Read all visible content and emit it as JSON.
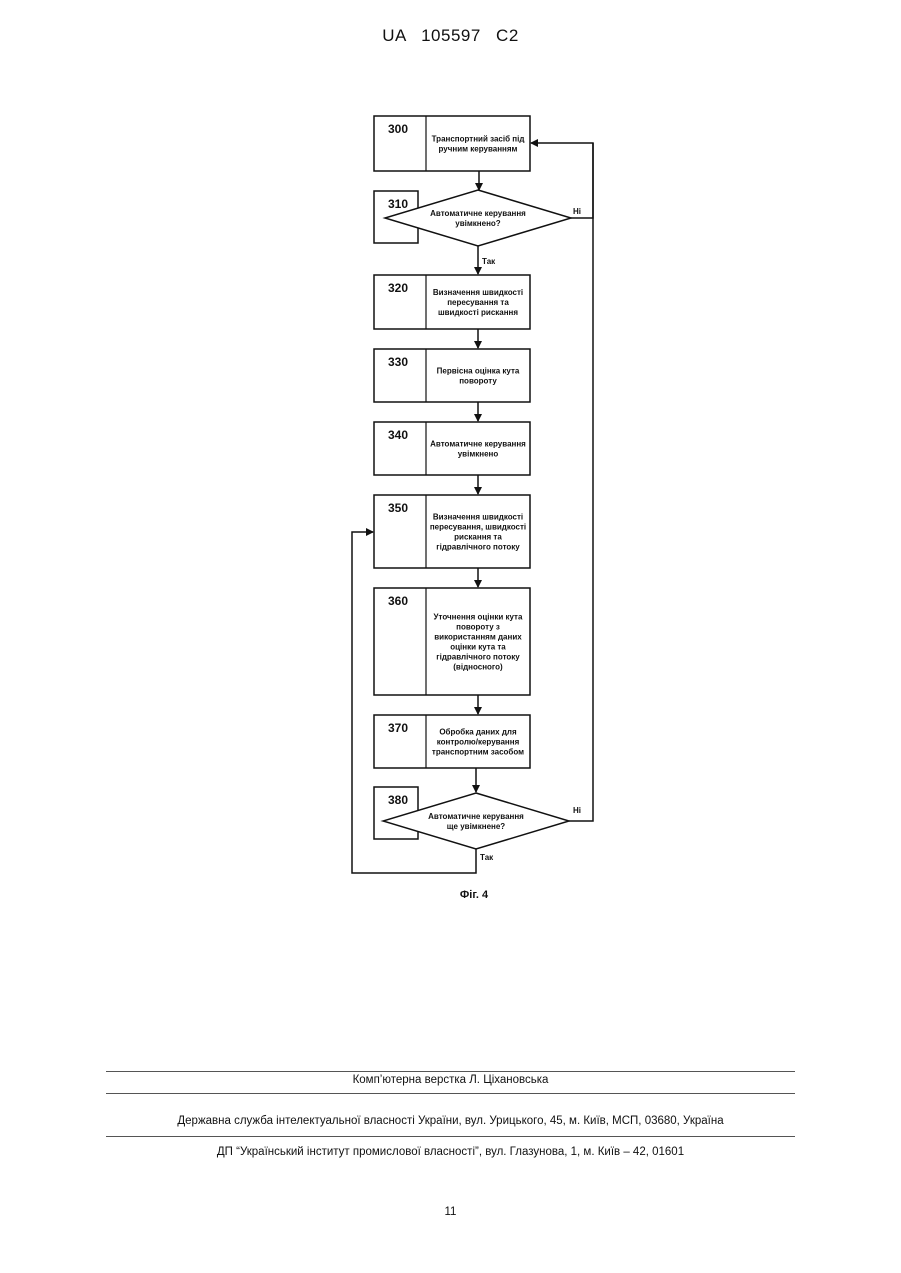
{
  "header": {
    "doc_number": "UA   105597   C2"
  },
  "diagram": {
    "nodes": [
      {
        "id": "300",
        "shape": "process",
        "lines": [
          "Транспортний засіб під",
          "ручним керуванням"
        ]
      },
      {
        "id": "310",
        "shape": "decision",
        "lines": [
          "Автоматичне керування",
          "увімкнено?"
        ]
      },
      {
        "id": "320",
        "shape": "process",
        "lines": [
          "Визначення швидкості",
          "пересування та",
          "швидкості рискання"
        ]
      },
      {
        "id": "330",
        "shape": "process",
        "lines": [
          "Первісна оцінка кута",
          "повороту"
        ]
      },
      {
        "id": "340",
        "shape": "process",
        "lines": [
          "Автоматичне керування",
          "увімкнено"
        ]
      },
      {
        "id": "350",
        "shape": "process",
        "lines": [
          "Визначення швидкості",
          "пересування, швидкості",
          "рискання та",
          "гідравлічного потоку"
        ]
      },
      {
        "id": "360",
        "shape": "process",
        "lines": [
          "Уточнення оцінки кута",
          "повороту з",
          "використанням даних",
          "оцінки кута та",
          "гідравлічного потоку",
          "(відносного)"
        ]
      },
      {
        "id": "370",
        "shape": "process",
        "lines": [
          "Обробка даних для",
          "контролю/керування",
          "транспортним засобом"
        ]
      },
      {
        "id": "380",
        "shape": "decision",
        "lines": [
          "Автоматичне керування",
          "ще увімкнене?"
        ]
      }
    ],
    "edges": [
      {
        "from": "300",
        "to": "310",
        "label": ""
      },
      {
        "from": "310",
        "to": "320",
        "label": "Так"
      },
      {
        "from": "310",
        "to": "300",
        "label": "Ні"
      },
      {
        "from": "320",
        "to": "330",
        "label": ""
      },
      {
        "from": "330",
        "to": "340",
        "label": ""
      },
      {
        "from": "340",
        "to": "350",
        "label": ""
      },
      {
        "from": "350",
        "to": "360",
        "label": ""
      },
      {
        "from": "360",
        "to": "370",
        "label": ""
      },
      {
        "from": "370",
        "to": "380",
        "label": ""
      },
      {
        "from": "380",
        "to": "350",
        "label": "Так"
      },
      {
        "from": "380",
        "to": "300",
        "label": "Ні"
      }
    ],
    "caption": "Фіг. 4"
  },
  "footer": {
    "compositor": "Комп’ютерна верстка Л. Ціхановська",
    "agency": "Державна служба інтелектуальної власності України, вул. Урицького, 45, м. Київ, МСП, 03680, Україна",
    "institute": "ДП “Український інститут промислової власності”, вул. Глазунова, 1, м. Київ – 42, 01601",
    "page_number": "11"
  }
}
